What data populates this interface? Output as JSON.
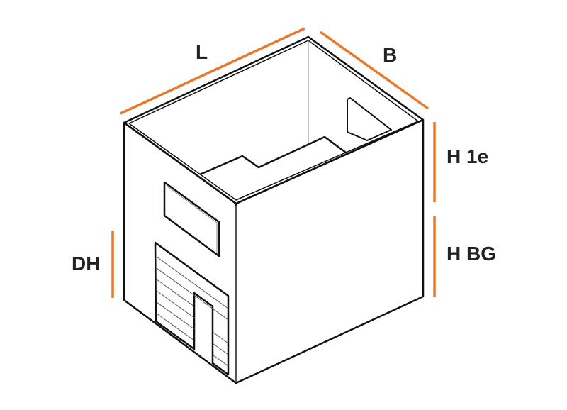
{
  "labels": {
    "length": "L",
    "width": "B",
    "height_first_floor": "H 1e",
    "height_ground_floor": "H BG",
    "door_height": "DH"
  },
  "colors": {
    "dimension_line": "#e8782a",
    "outline": "#111111"
  }
}
